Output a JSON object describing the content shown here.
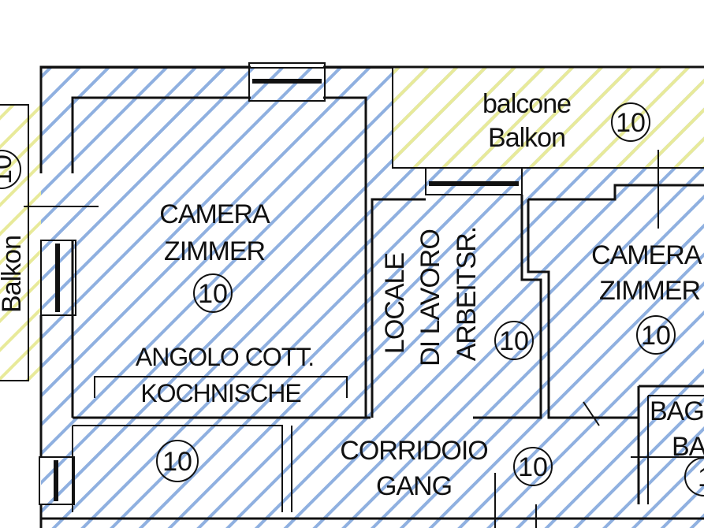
{
  "rooms": {
    "balcone_top": {
      "line1": "balcone",
      "line2": "Balkon",
      "number": "10"
    },
    "balcone_left": {
      "label": "Balkon",
      "number": "10"
    },
    "camera_left": {
      "line1": "CAMERA",
      "line2": "ZIMMER",
      "number": "10"
    },
    "angolo_cottura": {
      "line1": "ANGOLO  COTT.",
      "line2": "KOCHNISCHE"
    },
    "locale_lavoro": {
      "line1": "LOCALE",
      "line2": "DI  LAVORO",
      "line3": "ARBEITSR.",
      "number": "10"
    },
    "camera_right": {
      "line1": "CAMERA",
      "line2": "ZIMMER",
      "number": "10"
    },
    "room_bottom_left": {
      "number": "10"
    },
    "corridoio": {
      "line1": "CORRIDOIO",
      "line2": "GANG",
      "number": "10"
    },
    "bagno": {
      "line1": "BAG",
      "line2": "BA",
      "number": "1"
    }
  },
  "colors": {
    "hatch_blue": "#8fb0e0",
    "hatch_yellow": "#e8ea9a",
    "line": "#111111",
    "background": "#ffffff"
  }
}
